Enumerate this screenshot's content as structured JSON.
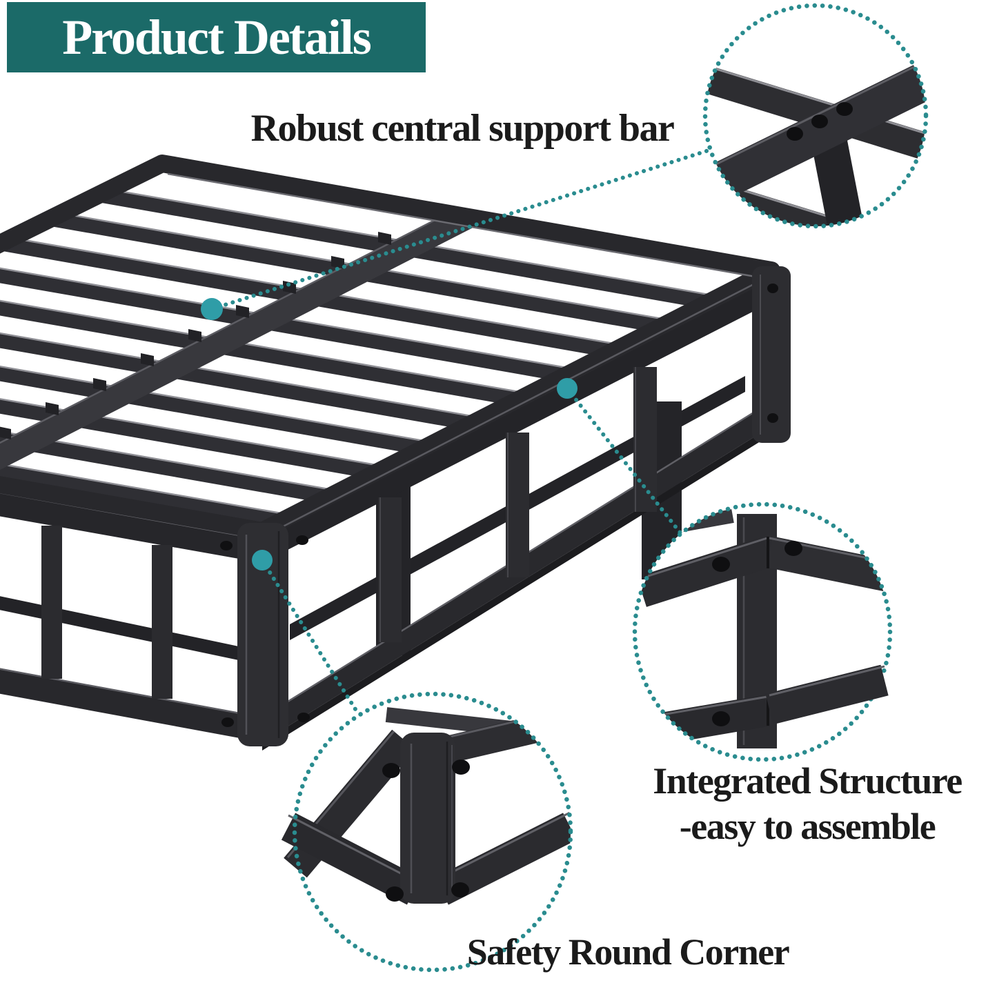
{
  "header": {
    "title": "Product Details"
  },
  "labels": {
    "central_bar": "Robust central support bar",
    "integrated_line1": "Integrated Structure",
    "integrated_line2": "-easy to assemble",
    "safety_corner": "Safety Round Corner"
  },
  "callouts": {
    "central_support": {
      "feature": "Robust central support bar"
    },
    "integrated_structure": {
      "feature": "Integrated Structure -easy to assemble"
    },
    "safety_round_corner": {
      "feature": "Safety Round Corner"
    }
  },
  "colors": {
    "banner_background": "#1b6a68",
    "banner_text": "#ffffff",
    "accent_dot": "#2f9da7",
    "dotted_line": "#2a8c8f",
    "label_text": "#1b1b1b",
    "frame_metal_dark": "#2c2c30",
    "background": "#ffffff"
  }
}
